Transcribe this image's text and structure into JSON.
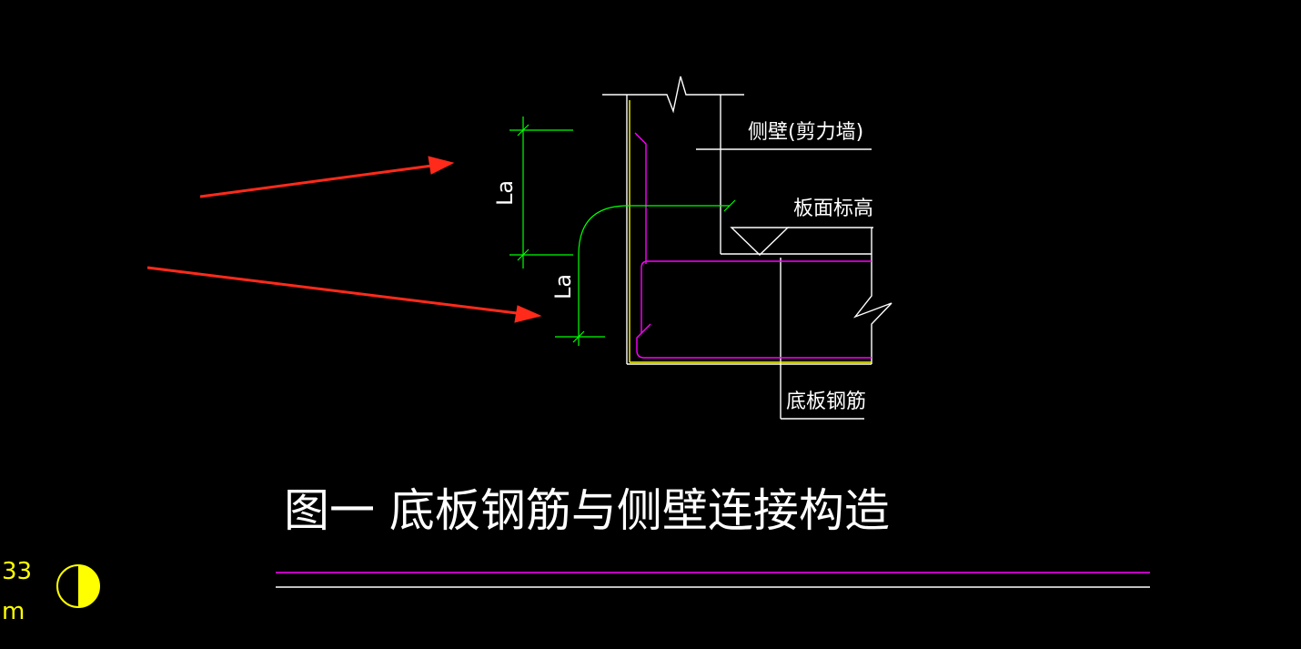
{
  "labels": {
    "side_wall": "侧壁(剪力墙)",
    "slab_top_elevation": "板面标高",
    "bottom_slab_rebar": "底板钢筋",
    "dim_upper": "La",
    "dim_lower": "La"
  },
  "title": {
    "caption": "图一  底板钢筋与侧壁连接构造"
  },
  "corner": {
    "fragment_number": "33",
    "fragment_letter": "m"
  },
  "colors": {
    "background": "#000000",
    "wall_outline": "#ffffff",
    "rebar_wall": "#ffff00",
    "rebar_slab": "#ff00ff",
    "dimension": "#00ff00",
    "arrow": "#ff2a1a",
    "text": "#ffffff"
  },
  "icons": {
    "north_symbol": "half-filled-circle-icon",
    "annotation_arrows": "red-arrow-icon"
  }
}
